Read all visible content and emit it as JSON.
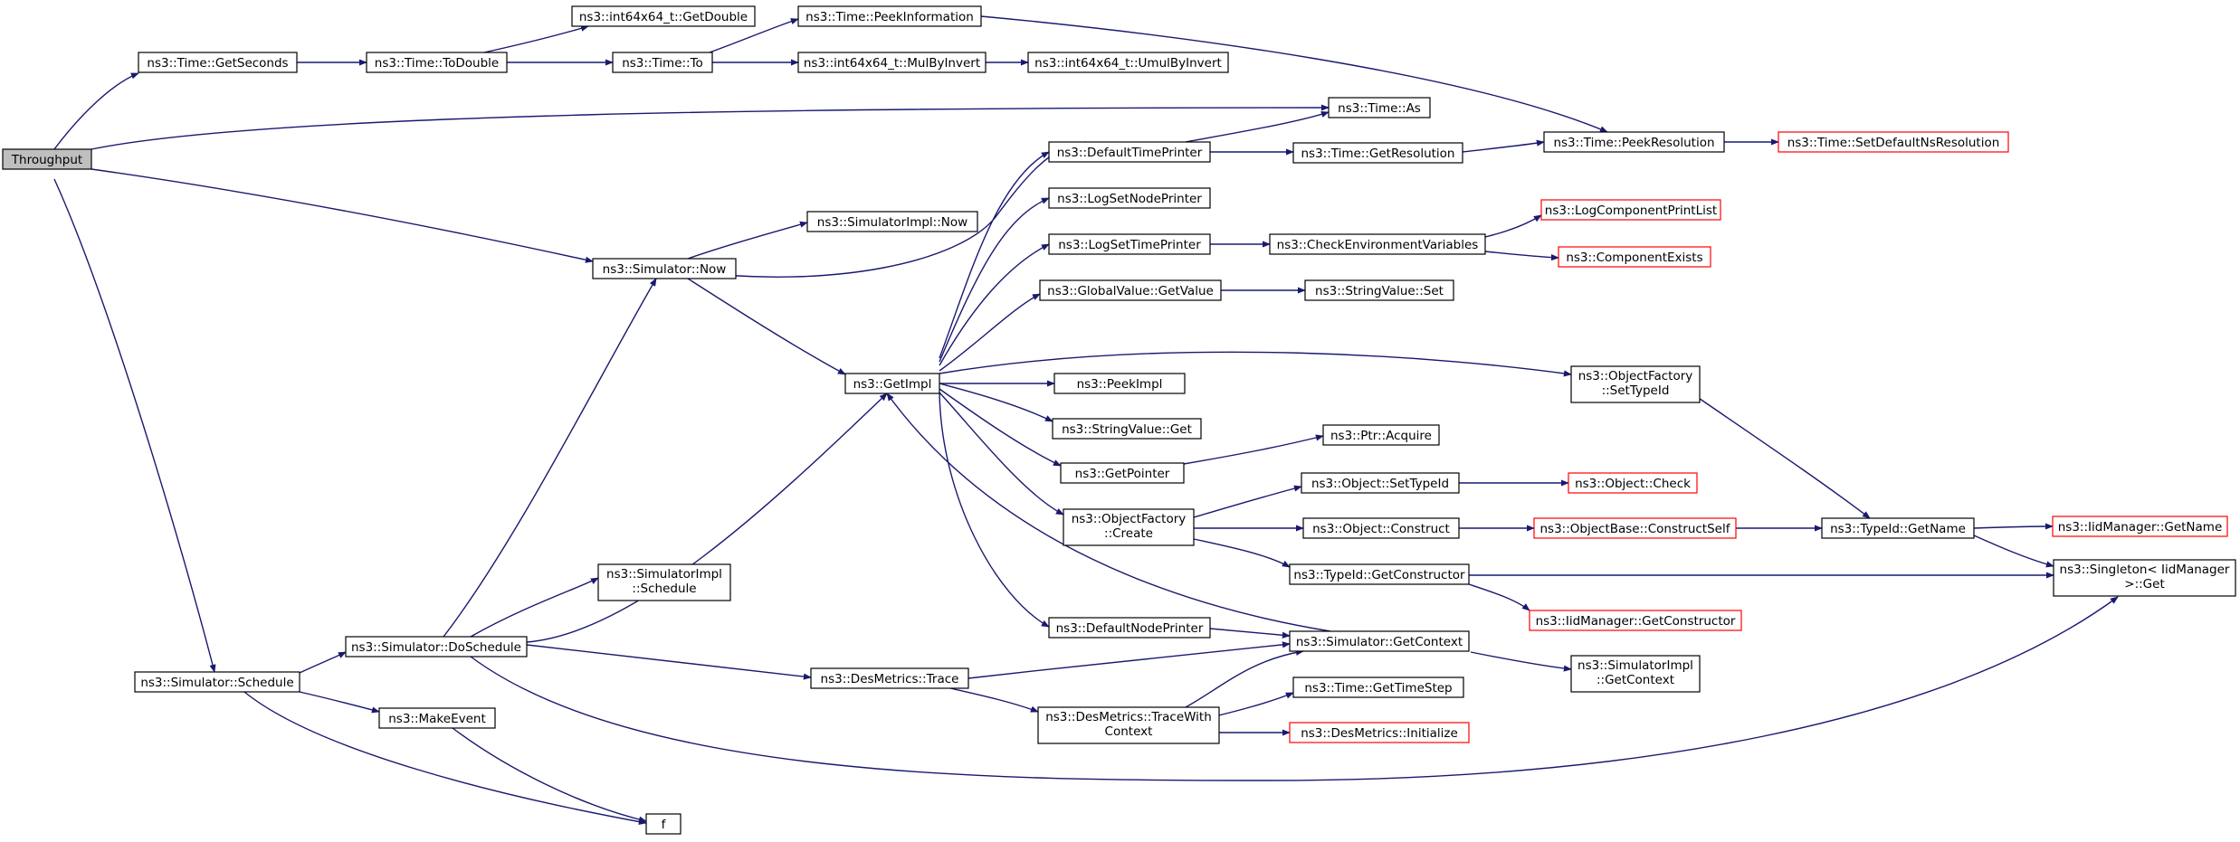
{
  "colors": {
    "edge": "#191970",
    "node_border": "#000000",
    "truncated_border": "#ff0000",
    "root_fill": "#bfbfbf"
  },
  "nodes": [
    {
      "id": "throughput",
      "lines": [
        "Throughput"
      ],
      "root": true
    },
    {
      "id": "time-getseconds",
      "lines": [
        "ns3::Time::GetSeconds"
      ]
    },
    {
      "id": "time-todouble",
      "lines": [
        "ns3::Time::ToDouble"
      ]
    },
    {
      "id": "int64-getdouble",
      "lines": [
        "ns3::int64x64_t::GetDouble"
      ]
    },
    {
      "id": "time-to",
      "lines": [
        "ns3::Time::To"
      ]
    },
    {
      "id": "time-peekinformation",
      "lines": [
        "ns3::Time::PeekInformation"
      ]
    },
    {
      "id": "int64-mulbyinvert",
      "lines": [
        "ns3::int64x64_t::MulByInvert"
      ]
    },
    {
      "id": "int64-umulbyinvert",
      "lines": [
        "ns3::int64x64_t::UmulByInvert"
      ]
    },
    {
      "id": "time-as",
      "lines": [
        "ns3::Time::As"
      ]
    },
    {
      "id": "defaulttimeprinter",
      "lines": [
        "ns3::DefaultTimePrinter"
      ]
    },
    {
      "id": "time-getresolution",
      "lines": [
        "ns3::Time::GetResolution"
      ]
    },
    {
      "id": "time-peekresolution",
      "lines": [
        "ns3::Time::PeekResolution"
      ]
    },
    {
      "id": "time-setdefaultnsresolution",
      "lines": [
        "ns3::Time::SetDefaultNsResolution"
      ],
      "truncated": true
    },
    {
      "id": "logsetnodeprinter",
      "lines": [
        "ns3::LogSetNodePrinter"
      ]
    },
    {
      "id": "simulatorimpl-now",
      "lines": [
        "ns3::SimulatorImpl::Now"
      ]
    },
    {
      "id": "logcomponentprintlist",
      "lines": [
        "ns3::LogComponentPrintList"
      ],
      "truncated": true
    },
    {
      "id": "logsettimeprinter",
      "lines": [
        "ns3::LogSetTimePrinter"
      ]
    },
    {
      "id": "checkenvironmentvariables",
      "lines": [
        "ns3::CheckEnvironmentVariables"
      ]
    },
    {
      "id": "simulator-now",
      "lines": [
        "ns3::Simulator::Now"
      ]
    },
    {
      "id": "componentexists",
      "lines": [
        "ns3::ComponentExists"
      ],
      "truncated": true
    },
    {
      "id": "globalvalue-getvalue",
      "lines": [
        "ns3::GlobalValue::GetValue"
      ]
    },
    {
      "id": "stringvalue-set",
      "lines": [
        "ns3::StringValue::Set"
      ]
    },
    {
      "id": "objectfactory-settypeid",
      "lines": [
        "ns3::ObjectFactory",
        "::SetTypeId"
      ]
    },
    {
      "id": "getimpl",
      "lines": [
        "ns3::GetImpl"
      ]
    },
    {
      "id": "peekimpl",
      "lines": [
        "ns3::PeekImpl"
      ]
    },
    {
      "id": "stringvalue-get",
      "lines": [
        "ns3::StringValue::Get"
      ]
    },
    {
      "id": "ptr-acquire",
      "lines": [
        "ns3::Ptr::Acquire"
      ]
    },
    {
      "id": "getpointer",
      "lines": [
        "ns3::GetPointer"
      ]
    },
    {
      "id": "object-settypeid",
      "lines": [
        "ns3::Object::SetTypeId"
      ]
    },
    {
      "id": "object-check",
      "lines": [
        "ns3::Object::Check"
      ],
      "truncated": true
    },
    {
      "id": "objectfactory-create",
      "lines": [
        "ns3::ObjectFactory",
        "::Create"
      ]
    },
    {
      "id": "object-construct",
      "lines": [
        "ns3::Object::Construct"
      ]
    },
    {
      "id": "objectbase-constructself",
      "lines": [
        "ns3::ObjectBase::ConstructSelf"
      ],
      "truncated": true
    },
    {
      "id": "typeid-getname",
      "lines": [
        "ns3::TypeId::GetName"
      ]
    },
    {
      "id": "iidmanager-getname",
      "lines": [
        "ns3::IidManager::GetName"
      ],
      "truncated": true
    },
    {
      "id": "simulatorimpl-schedule",
      "lines": [
        "ns3::SimulatorImpl",
        "::Schedule"
      ]
    },
    {
      "id": "typeid-getconstructor",
      "lines": [
        "ns3::TypeId::GetConstructor"
      ]
    },
    {
      "id": "singleton-get",
      "lines": [
        "ns3::Singleton< IidManager",
        " >::Get"
      ]
    },
    {
      "id": "iidmanager-getconstructor",
      "lines": [
        "ns3::IidManager::GetConstructor"
      ],
      "truncated": true
    },
    {
      "id": "defaultnodeprinter",
      "lines": [
        "ns3::DefaultNodePrinter"
      ]
    },
    {
      "id": "simulator-doschedule",
      "lines": [
        "ns3::Simulator::DoSchedule"
      ]
    },
    {
      "id": "simulator-getcontext",
      "lines": [
        "ns3::Simulator::GetContext"
      ]
    },
    {
      "id": "desmetrics-trace",
      "lines": [
        "ns3::DesMetrics::Trace"
      ]
    },
    {
      "id": "simulatorimpl-getcontext",
      "lines": [
        "ns3::SimulatorImpl",
        "::GetContext"
      ]
    },
    {
      "id": "simulator-schedule",
      "lines": [
        "ns3::Simulator::Schedule"
      ]
    },
    {
      "id": "time-gettimestep",
      "lines": [
        "ns3::Time::GetTimeStep"
      ]
    },
    {
      "id": "makeevent",
      "lines": [
        "ns3::MakeEvent"
      ]
    },
    {
      "id": "desmetrics-tracewithcontext",
      "lines": [
        "ns3::DesMetrics::TraceWith",
        "Context"
      ]
    },
    {
      "id": "desmetrics-initialize",
      "lines": [
        "ns3::DesMetrics::Initialize"
      ],
      "truncated": true
    },
    {
      "id": "f",
      "lines": [
        "f"
      ]
    }
  ]
}
